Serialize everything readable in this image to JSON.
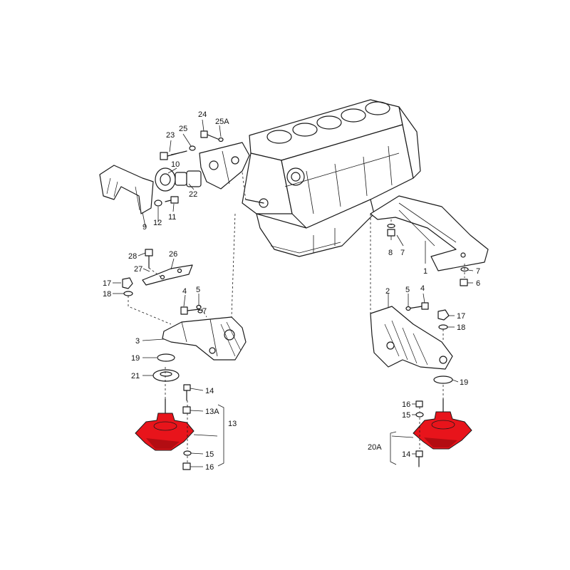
{
  "colors": {
    "mount_fill": "#e8141b",
    "mount_shade": "#b30d12",
    "line": "#1a1a1a",
    "background": "#ffffff"
  },
  "labels": {
    "l1": "1",
    "l2": "2",
    "l3": "3",
    "l4a": "4",
    "l4b": "4",
    "l5a": "5",
    "l5b": "5",
    "l6": "6",
    "l7a": "7",
    "l7b": "7",
    "l7c": "7",
    "l8": "8",
    "l9": "9",
    "l10": "10",
    "l11": "11",
    "l12": "12",
    "l13": "13",
    "l13a": "13A",
    "l14a": "14",
    "l14b": "14",
    "l15a": "15",
    "l15b": "15",
    "l16a": "16",
    "l16b": "16",
    "l17a": "17",
    "l17b": "17",
    "l18a": "18",
    "l18b": "18",
    "l19a": "19",
    "l19b": "19",
    "l20a": "20A",
    "l21": "21",
    "l22": "22",
    "l23": "23",
    "l24": "24",
    "l25": "25",
    "l25a": "25A",
    "l26": "26",
    "l27": "27",
    "l28": "28"
  }
}
